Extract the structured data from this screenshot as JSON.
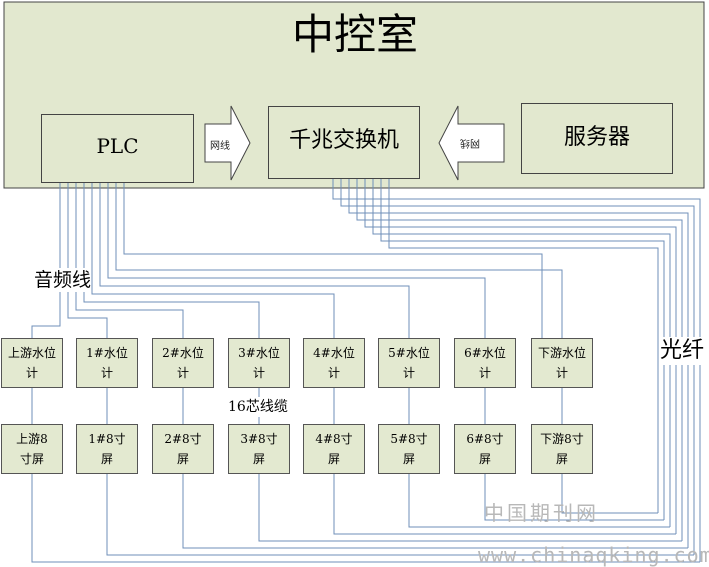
{
  "control_room": {
    "title": "中控室"
  },
  "plc": {
    "label": "PLC"
  },
  "switch": {
    "label": "千兆交换机"
  },
  "server": {
    "label": "服务器"
  },
  "arrow_left": {
    "label": "网线"
  },
  "arrow_right": {
    "label": "网线"
  },
  "cable_labels": {
    "audio": "音频线",
    "fiber": "光纤",
    "core16": "16芯线缆"
  },
  "level_gauges": [
    {
      "line1": "上游水位",
      "line2": "计"
    },
    {
      "line1": "1#水位",
      "line2": "计"
    },
    {
      "line1": "2#水位",
      "line2": "计"
    },
    {
      "line1": "3#水位",
      "line2": "计"
    },
    {
      "line1": "4#水位",
      "line2": "计"
    },
    {
      "line1": "5#水位",
      "line2": "计"
    },
    {
      "line1": "6#水位",
      "line2": "计"
    },
    {
      "line1": "下游水位",
      "line2": "计"
    }
  ],
  "screens": [
    {
      "line1": "上游8",
      "line2": "寸屏"
    },
    {
      "line1": "1#8寸",
      "line2": "屏"
    },
    {
      "line1": "2#8寸",
      "line2": "屏"
    },
    {
      "line1": "3#8寸",
      "line2": "屏"
    },
    {
      "line1": "4#8寸",
      "line2": "屏"
    },
    {
      "line1": "5#8寸",
      "line2": "屏"
    },
    {
      "line1": "6#8寸",
      "line2": "屏"
    },
    {
      "line1": "下游8寸",
      "line2": "屏"
    }
  ],
  "watermark": {
    "cn": "中国期刊网",
    "url": "www.chinaqking.com"
  },
  "colors": {
    "box_fill": "#e2e8cf",
    "line": "#6f8fb8"
  }
}
